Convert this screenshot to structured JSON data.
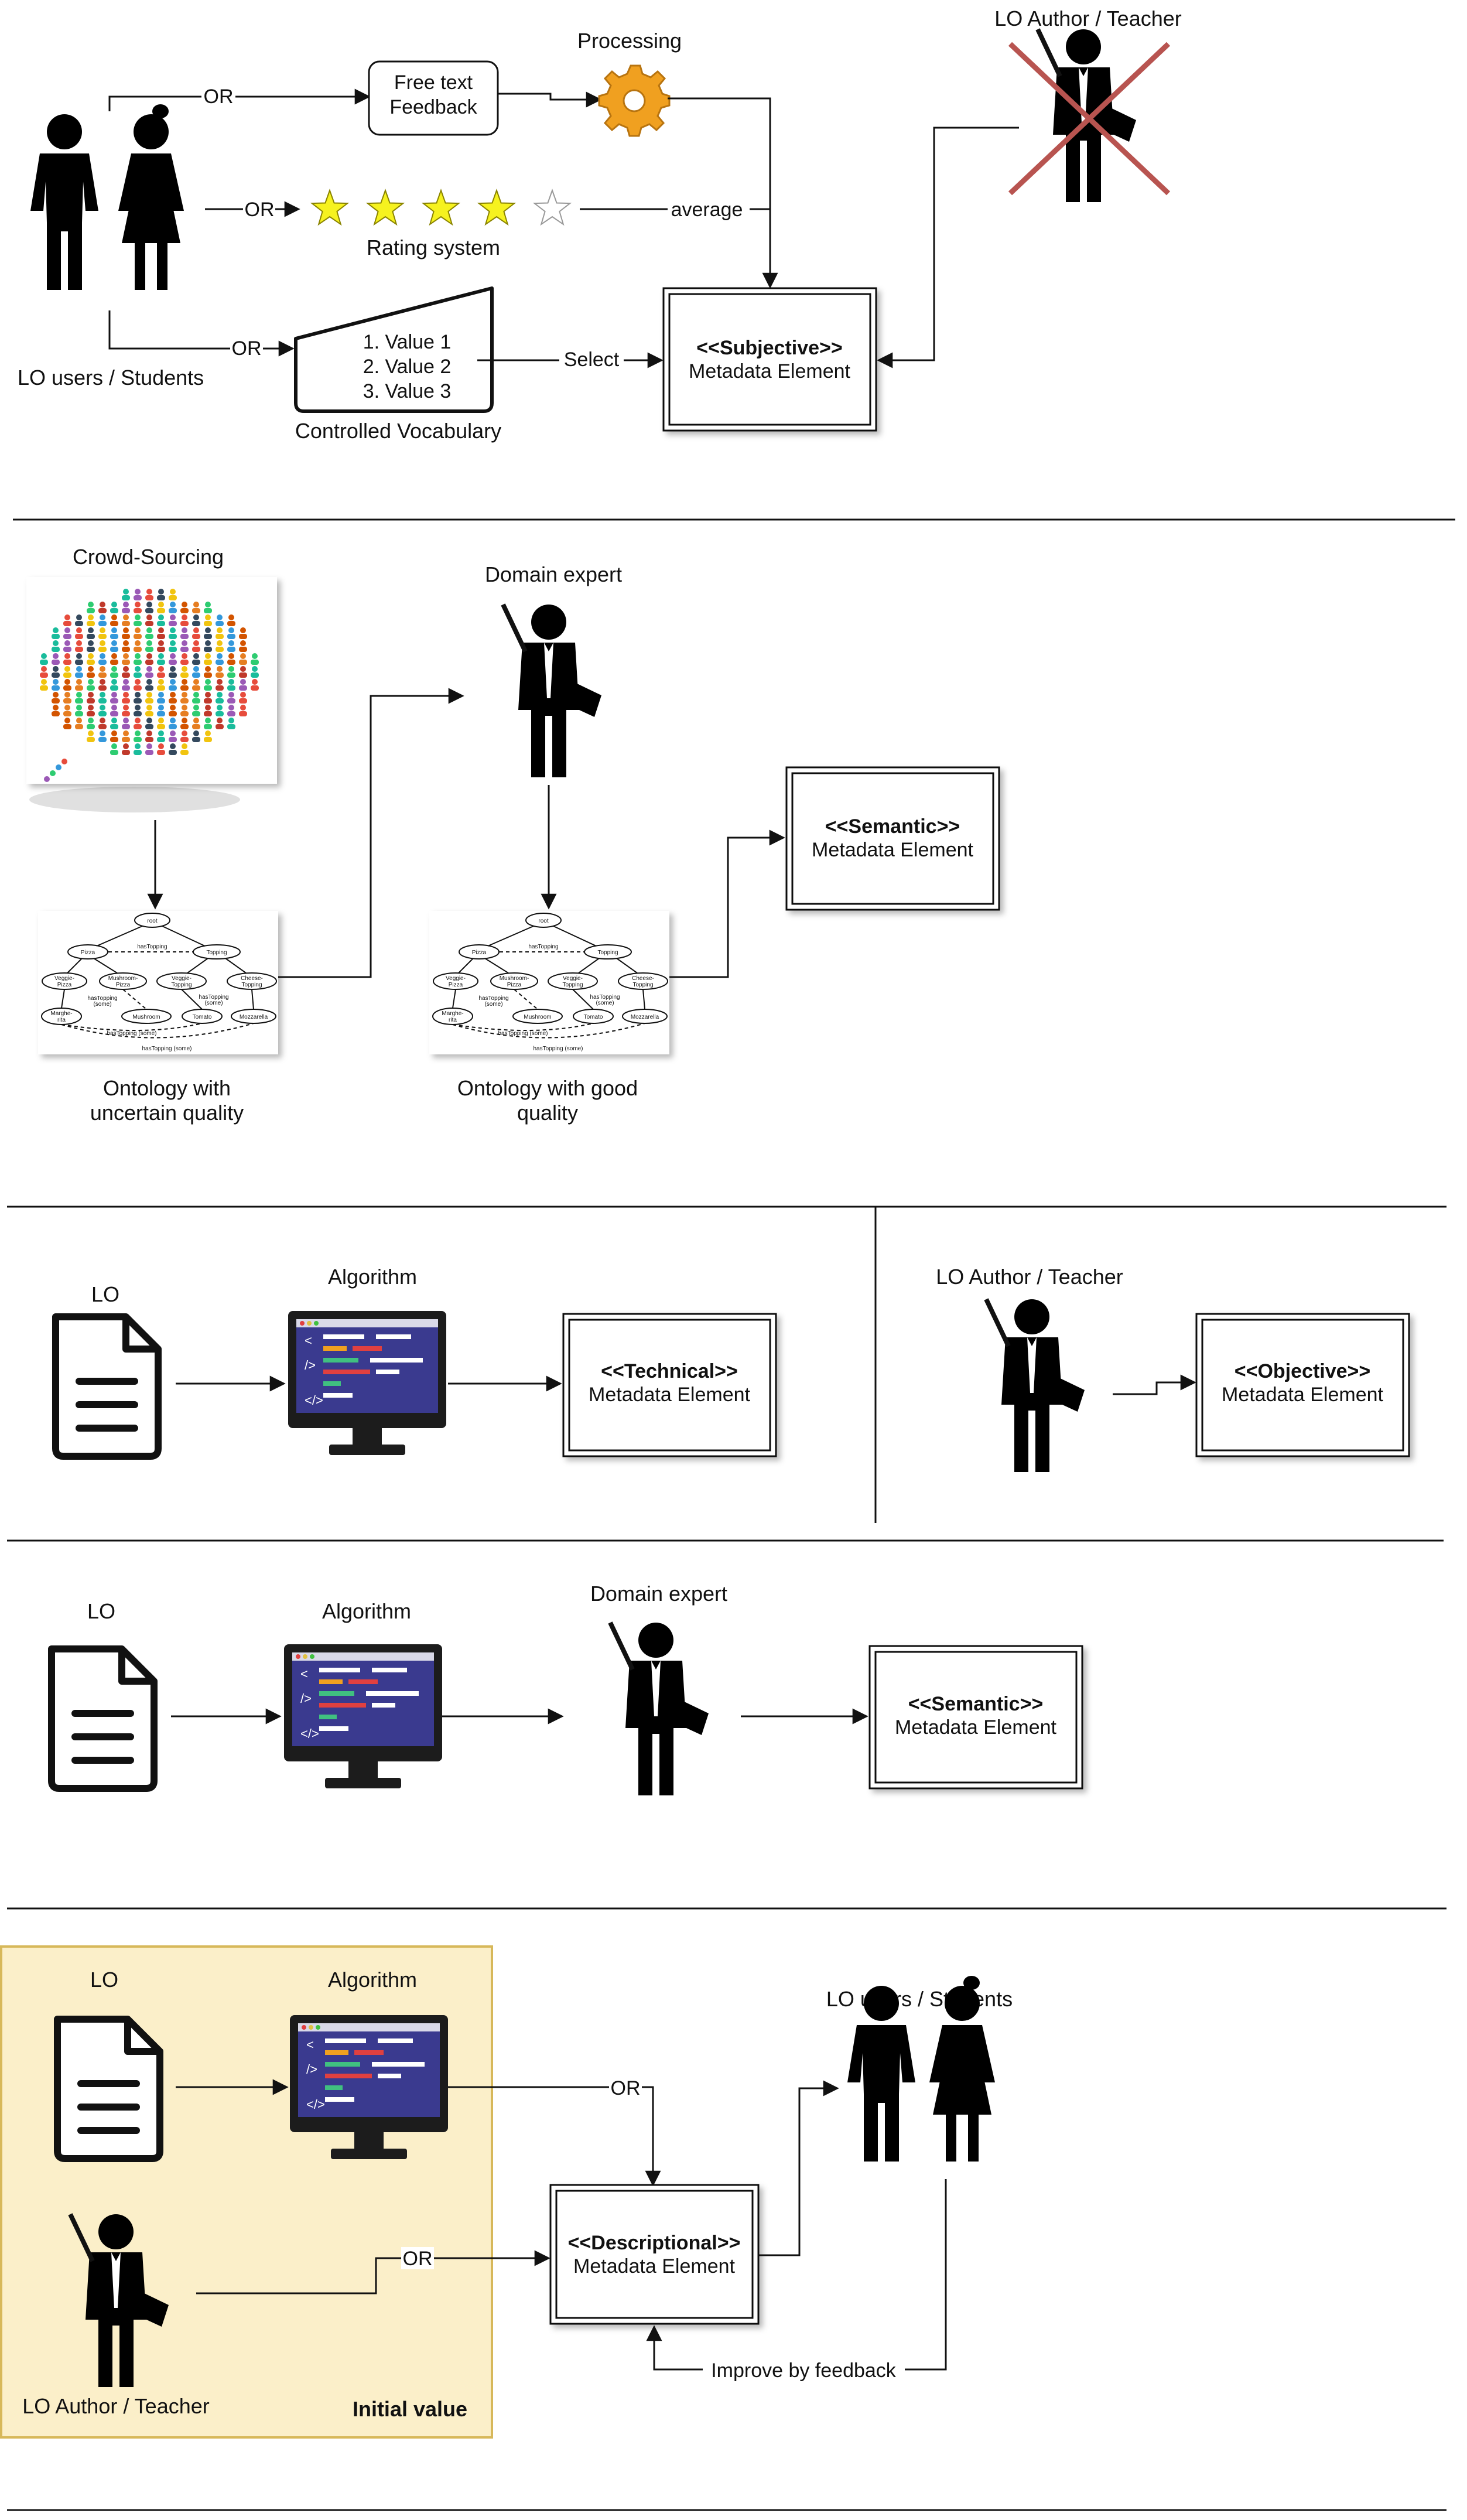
{
  "section1": {
    "or_top": "OR",
    "or_mid": "OR",
    "or_bottom": "OR",
    "free_text": [
      "Free text",
      "Feedback"
    ],
    "processing": "Processing",
    "author_label": "LO Author / Teacher",
    "rating_label": "Rating system",
    "rating_stars_filled": 4,
    "rating_stars_total": 5,
    "average": "average",
    "users_label": "LO users / Students",
    "vocab_items": [
      "1. Value 1",
      "2. Value 2",
      "3. Value 3"
    ],
    "vocab_label": "Controlled Vocabulary",
    "select": "Select",
    "element_type": "<<Subjective>>",
    "element_name": "Metadata Element"
  },
  "section2": {
    "crowd_label": "Crowd-Sourcing",
    "expert_label": "Domain expert",
    "ontology_uncertain": [
      "Ontology with",
      "uncertain quality"
    ],
    "ontology_good": [
      "Ontology with good",
      "quality"
    ],
    "element_type": "<<Semantic>>",
    "element_name": "Metadata Element",
    "ontology_nodes": [
      "root",
      "hasTopping",
      "Pizza",
      "Topping",
      "Veggie-Pizza",
      "Mushroom-Pizza",
      "Veggie-Topping",
      "Cheese-Topping",
      "hasTopping (some)",
      "hasTopping (some)",
      "Marghe-rita",
      "Mushroom",
      "Tomato",
      "Mozzarella",
      "hasTopping (some)",
      "hasTopping (some)"
    ]
  },
  "section3": {
    "lo_label": "LO",
    "algorithm_label": "Algorithm",
    "technical_type": "<<Technical>>",
    "technical_name": "Metadata Element",
    "author_label": "LO Author / Teacher",
    "objective_type": "<<Objective>>",
    "objective_name": "Metadata Element"
  },
  "section4": {
    "lo_label": "LO",
    "algorithm_label": "Algorithm",
    "expert_label": "Domain expert",
    "element_type": "<<Semantic>>",
    "element_name": "Metadata Element"
  },
  "section5": {
    "lo_label": "LO",
    "algorithm_label": "Algorithm",
    "author_label": "LO Author / Teacher",
    "initial_value": "Initial value",
    "or_top": "OR",
    "or_left": "OR",
    "users_label": "LO users / Students",
    "element_type": "<<Descriptional>>",
    "element_name": "Metadata Element",
    "feedback": "Improve by feedback"
  },
  "colors": {
    "highlight_fill": "#fbefc9",
    "highlight_stroke": "#d7b85a",
    "star_fill": "#f6f21f",
    "cross": "#b85450",
    "monitor_screen": "#3a3a8f",
    "gear": "#f0a020"
  }
}
